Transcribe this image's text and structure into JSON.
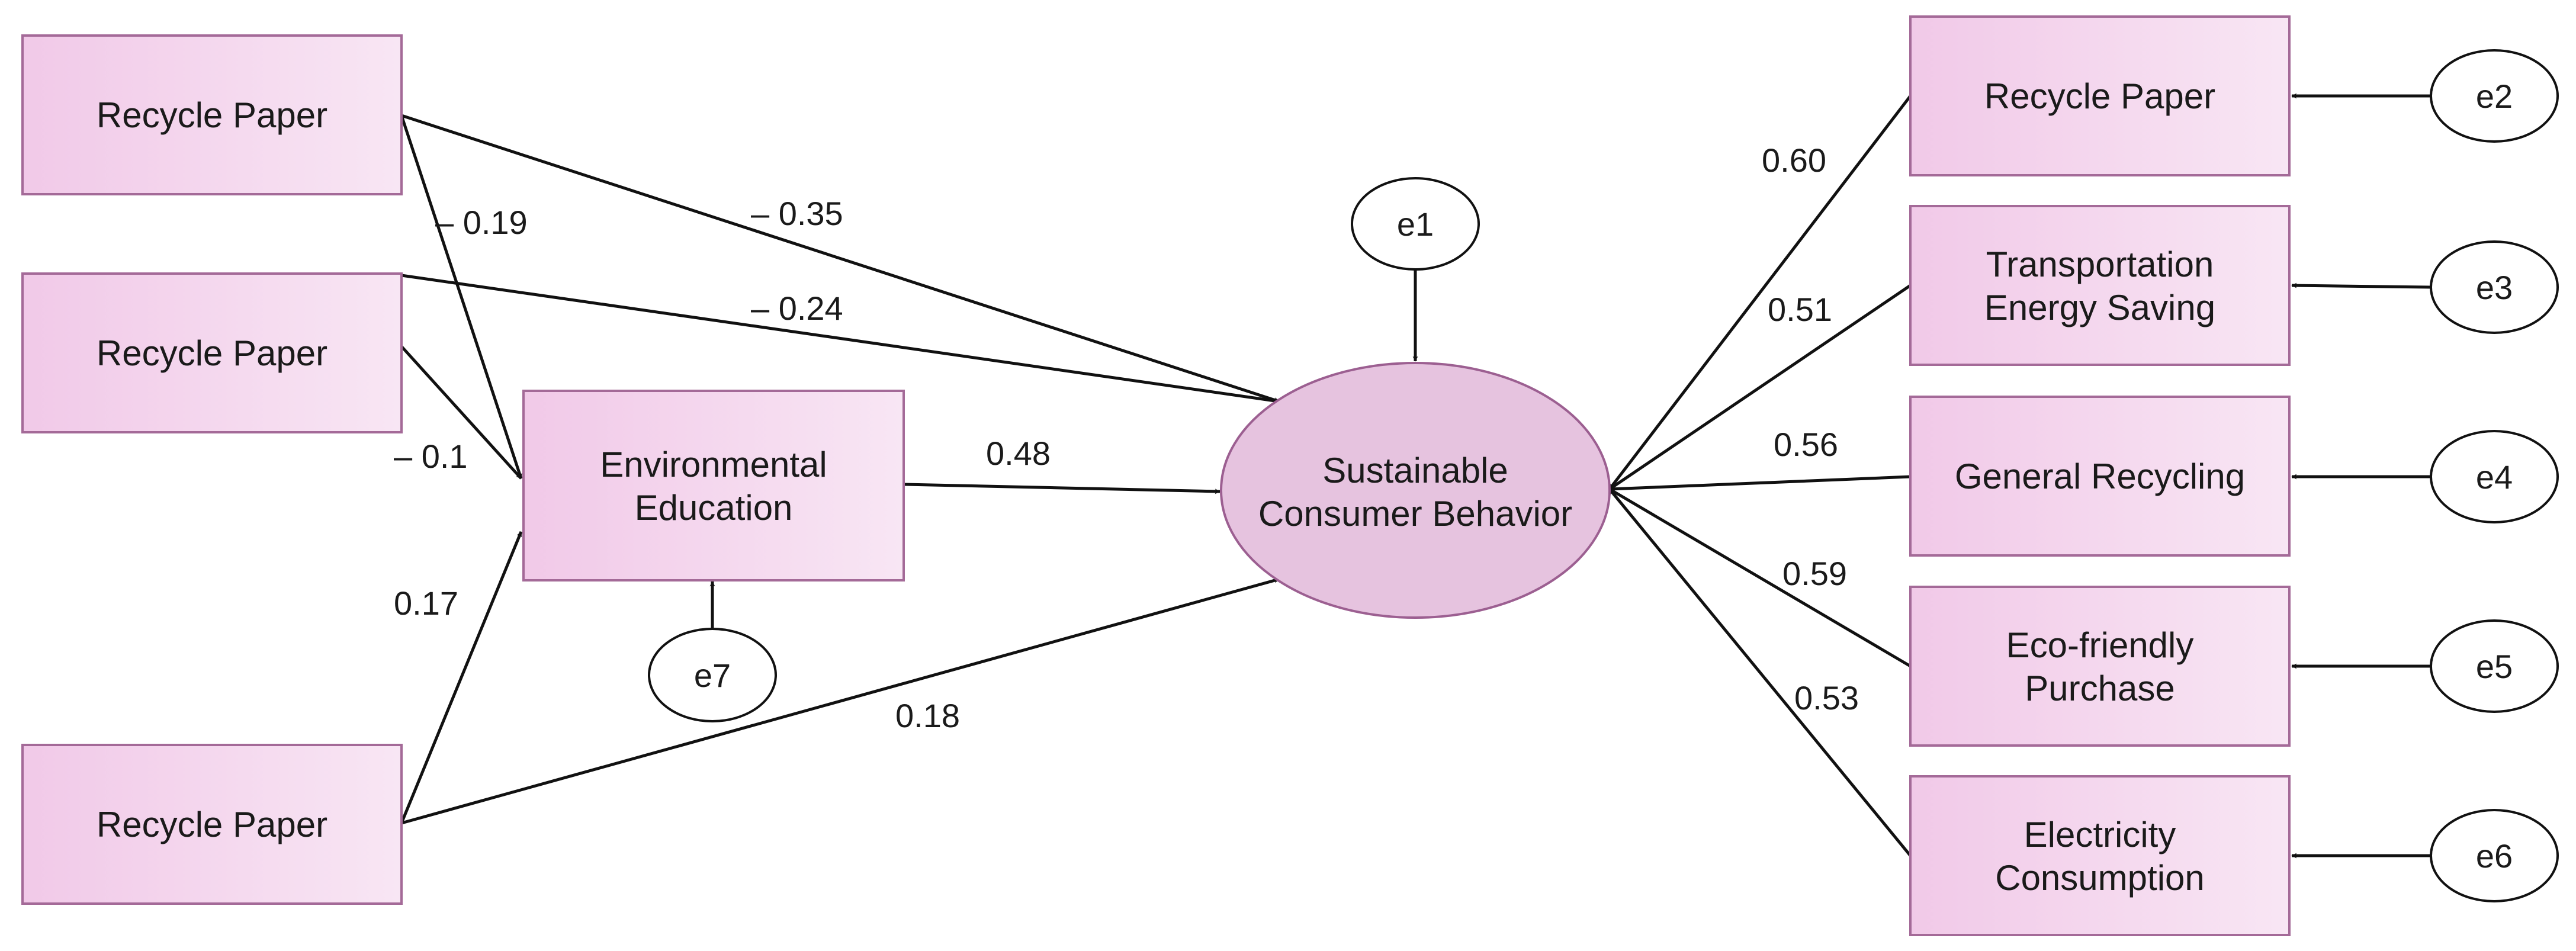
{
  "colors": {
    "box_fill_start": "#f3cdea",
    "box_fill_end": "#f7e3f3",
    "box_stroke": "#a46a98",
    "ellipse_fill": "#e6c3df",
    "ellipse_stroke": "#9c5f91",
    "line": "#111111",
    "error_fill": "#ffffff"
  },
  "nodes": {
    "left_top": {
      "lines": [
        "Recycle Paper"
      ]
    },
    "left_mid": {
      "lines": [
        "Recycle Paper"
      ]
    },
    "left_bottom": {
      "lines": [
        "Recycle Paper"
      ]
    },
    "environmental_education": {
      "lines": [
        "Environmental",
        "Education"
      ]
    },
    "sustainable_behavior": {
      "lines": [
        "Sustainable",
        "Consumer Behavior"
      ]
    },
    "right_1": {
      "lines": [
        "Recycle Paper"
      ]
    },
    "right_2": {
      "lines": [
        "Transportation",
        "Energy Saving"
      ]
    },
    "right_3": {
      "lines": [
        "General Recycling"
      ]
    },
    "right_4": {
      "lines": [
        "Eco-friendly",
        "Purchase"
      ]
    },
    "right_5": {
      "lines": [
        "Electricity",
        "Consumption"
      ]
    }
  },
  "errors": {
    "e1": "e1",
    "e2": "e2",
    "e3": "e3",
    "e4": "e4",
    "e5": "e5",
    "e6": "e6",
    "e7": "e7"
  },
  "path_labels": {
    "top_to_scb": "– 0.35",
    "top_to_ee": "– 0.19",
    "mid_to_scb": "– 0.24",
    "mid_to_ee": "– 0.1",
    "bottom_to_ee": "0.17",
    "bottom_to_scb": "0.18",
    "ee_to_scb": "0.48",
    "r1": "0.60",
    "r2": "0.51",
    "r3": "0.56",
    "r4": "0.59",
    "r5": "0.53"
  }
}
